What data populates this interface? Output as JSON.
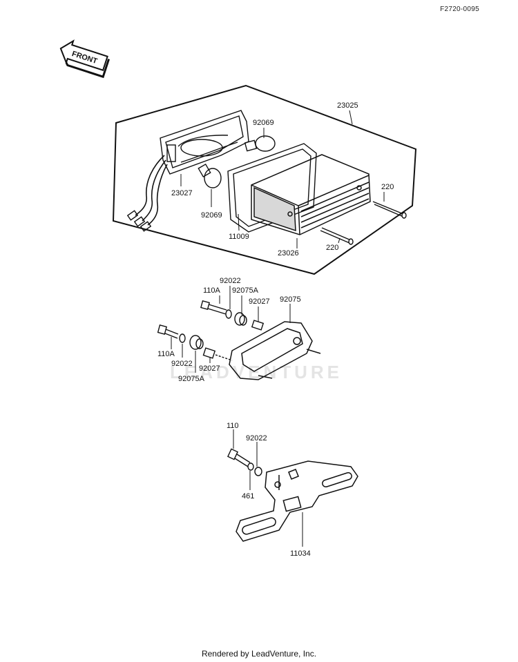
{
  "diagram_code": "F2720-0095",
  "front_arrow_label": "FRONT",
  "watermark": "LEADVENTURE",
  "footer": "Rendered by LeadVenture, Inc.",
  "parts": {
    "p23025": "23025",
    "p92069a": "92069",
    "p23027": "23027",
    "p92069b": "92069",
    "p11009": "11009",
    "p23026": "23026",
    "p220a": "220",
    "p220b": "220",
    "p92022a": "92022",
    "p110Aa": "110A",
    "p92075Aa": "92075A",
    "p92027a": "92027",
    "p92075": "92075",
    "p110Ab": "110A",
    "p92022b": "92022",
    "p92027b": "92027",
    "p92075Ab": "92075A",
    "p110": "110",
    "p92022c": "92022",
    "p461": "461",
    "p11034": "11034"
  }
}
